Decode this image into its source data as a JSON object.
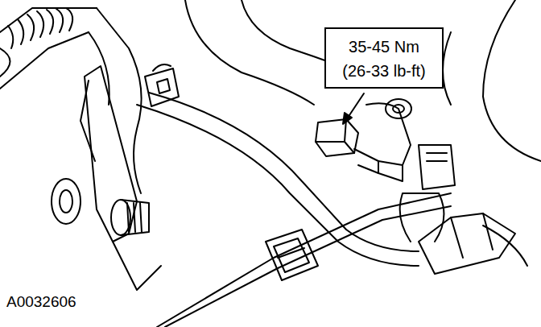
{
  "diagram": {
    "nodes": [
      {
        "text": [
          "35-45 Nm",
          "(26-33 lb-ft)"
        ]
      }
    ],
    "labels": [
      "A0032606"
    ]
  }
}
